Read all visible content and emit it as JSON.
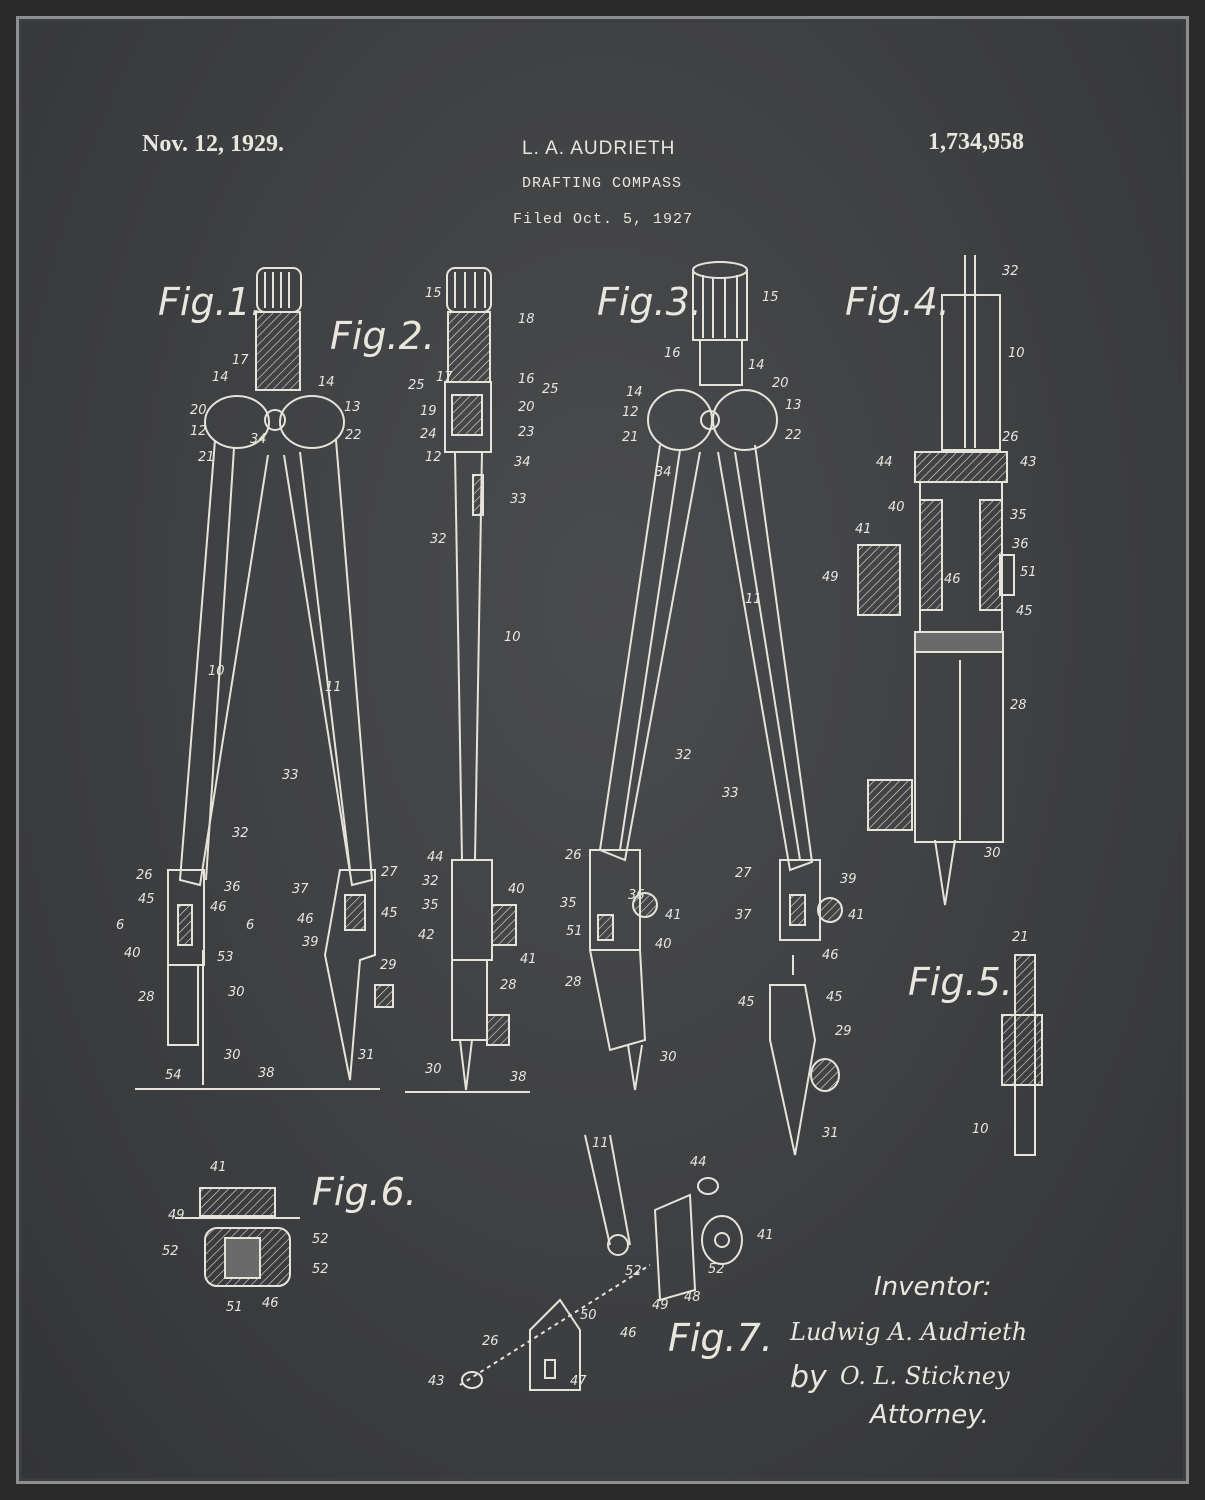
{
  "header": {
    "date": "Nov. 12, 1929.",
    "inventor_name": "L. A. AUDRIETH",
    "title": "DRAFTING COMPASS",
    "filed": "Filed Oct. 5, 1927",
    "patent_number": "1,734,958"
  },
  "figures": [
    "Fig.1.",
    "Fig.2.",
    "Fig.3.",
    "Fig.4.",
    "Fig.5.",
    "Fig.6.",
    "Fig.7."
  ],
  "fig1_callouts": [
    "17",
    "14",
    "14",
    "13",
    "20",
    "12",
    "21",
    "34",
    "22",
    "10",
    "11",
    "32",
    "33",
    "26",
    "36",
    "27",
    "45",
    "46",
    "37",
    "45",
    "40",
    "53",
    "39",
    "46",
    "28",
    "30",
    "29",
    "30",
    "31",
    "54",
    "38",
    "6",
    "6"
  ],
  "fig2_callouts": [
    "15",
    "18",
    "25",
    "17",
    "16",
    "25",
    "19",
    "20",
    "24",
    "23",
    "12",
    "34",
    "33",
    "32",
    "10",
    "44",
    "32",
    "40",
    "35",
    "42",
    "41",
    "28",
    "30",
    "38"
  ],
  "fig3_callouts": [
    "15",
    "16",
    "14",
    "14",
    "20",
    "12",
    "13",
    "21",
    "22",
    "34",
    "11",
    "32",
    "33",
    "26",
    "27",
    "39",
    "35",
    "36",
    "41",
    "37",
    "41",
    "51",
    "40",
    "46",
    "28",
    "30",
    "45",
    "45",
    "29",
    "31"
  ],
  "fig4_callouts": [
    "32",
    "10",
    "26",
    "44",
    "43",
    "40",
    "35",
    "36",
    "41",
    "49",
    "46",
    "51",
    "45",
    "28",
    "30"
  ],
  "fig5_callouts": [
    "21",
    "10"
  ],
  "fig6_callouts": [
    "41",
    "49",
    "52",
    "52",
    "52",
    "51",
    "46"
  ],
  "fig7_callouts": [
    "11",
    "44",
    "41",
    "52",
    "52",
    "48",
    "49",
    "50",
    "46",
    "26",
    "43",
    "47"
  ],
  "signature": {
    "label": "Inventor:",
    "inventor": "Ludwig A. Audrieth",
    "by": "by",
    "attorney_name": "O. L. Stickney",
    "attorney_label": "Attorney."
  }
}
